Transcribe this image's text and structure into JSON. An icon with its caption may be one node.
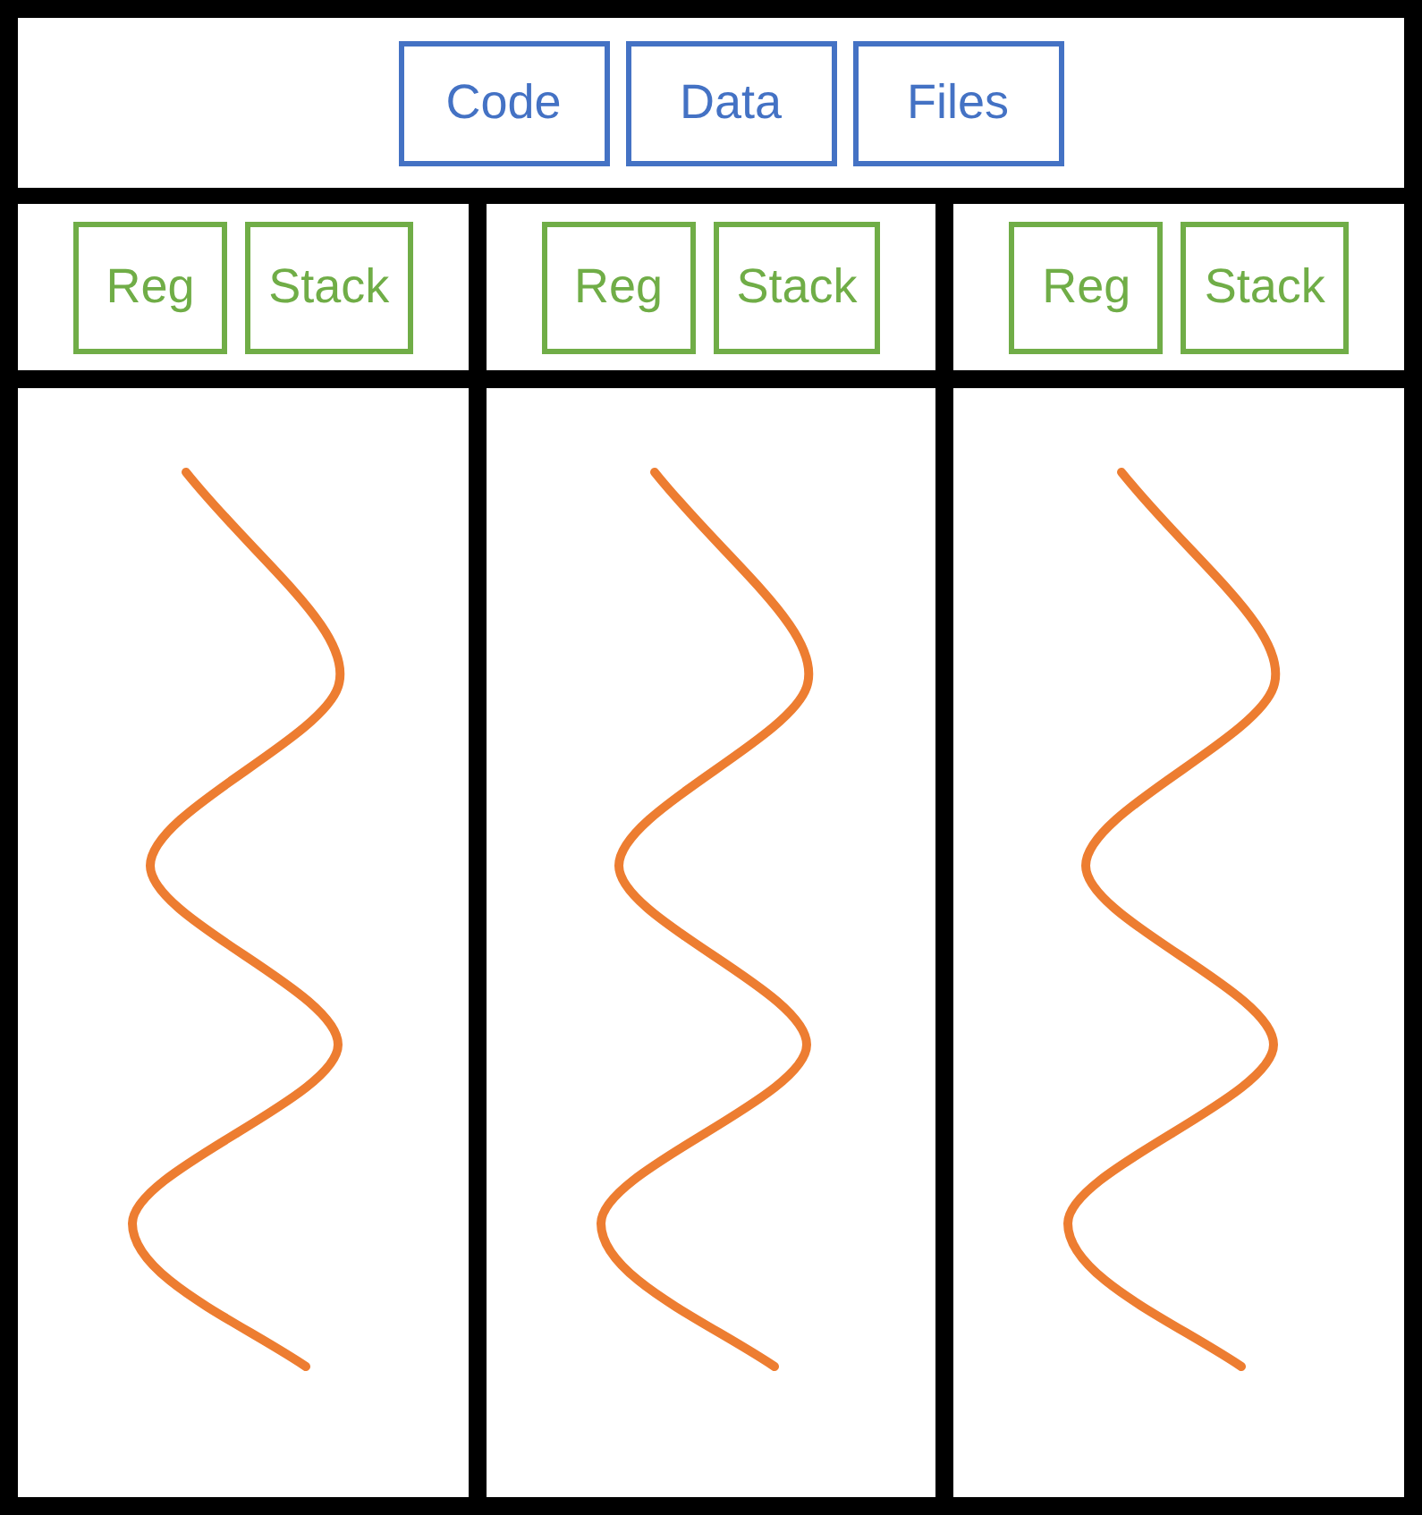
{
  "diagram": {
    "nodes": [
      {
        "text": [],
        "shape": "box"
      },
      {
        "text": [],
        "shape": "box",
        "in": 0
      },
      {
        "text": [
          "Code"
        ],
        "in": 1
      },
      {
        "text": [
          "Data"
        ],
        "in": 1
      },
      {
        "text": [
          "Files"
        ],
        "in": 1
      },
      {
        "text": [],
        "shape": "box",
        "in": 0
      },
      {
        "text": [],
        "shape": "box",
        "in": 5
      },
      {
        "text": [
          "Reg"
        ],
        "in": 6
      },
      {
        "text": [
          "Stack"
        ],
        "in": 6
      },
      {
        "text": [],
        "shape": "box",
        "in": 0
      },
      {
        "text": [],
        "shape": "box",
        "in": 9
      },
      {
        "text": [
          "Reg"
        ],
        "in": 10
      },
      {
        "text": [
          "Stack"
        ],
        "in": 10
      },
      {
        "text": [],
        "shape": "box",
        "in": 0
      },
      {
        "text": [],
        "shape": "box",
        "in": 13
      },
      {
        "text": [
          "Reg"
        ],
        "in": 14
      },
      {
        "text": [
          "Stack"
        ],
        "in": 14
      }
    ],
    "edges": []
  }
}
